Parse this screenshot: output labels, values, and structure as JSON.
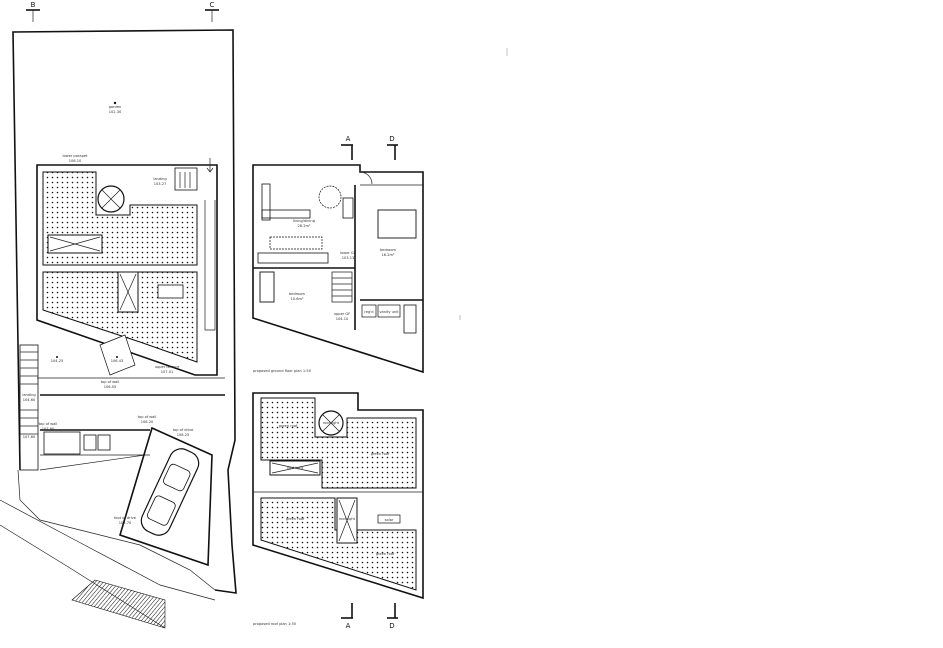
{
  "section_markers": {
    "b": "B",
    "c": "C",
    "a_top": "A",
    "d_top": "D",
    "a_bottom": "A",
    "d_bottom": "D"
  },
  "site_plan": {
    "garden": {
      "name": "garden",
      "level": "102.30"
    },
    "lower_parapet": {
      "name": "lower parapet",
      "level": "106.10"
    },
    "landing_upper": {
      "name": "landing",
      "level": "103.27"
    },
    "spot_level_left": "104.25",
    "spot_level_box": "106.43",
    "upper_terrace": {
      "name": "upper terrace",
      "level": "107.01"
    },
    "top_of_wall_1": {
      "name": "top of wall",
      "level": "106.55"
    },
    "landing_lower": {
      "name": "landing",
      "level": "104.60"
    },
    "top_of_wall_2": {
      "name": "top of wall",
      "level": "107.60"
    },
    "level_small": "107.60",
    "top_of_wall_3": {
      "name": "top of wall",
      "level": "108.20"
    },
    "top_of_drive": {
      "name": "top of drive",
      "level": "108.25"
    },
    "foot_of_drive": {
      "name": "foot of drive",
      "level": "105.70"
    }
  },
  "ground_floor_plan": {
    "living_dining": {
      "name": "living/dining",
      "area": "28.2m²"
    },
    "bedroom_1": {
      "name": "bedroom",
      "area": "16.2m²"
    },
    "bedroom_2": {
      "name": "bedroom",
      "area": "10.6m²"
    },
    "lower_gf_top": {
      "name": "lower GF",
      "level": "103.13"
    },
    "upper_gf": {
      "name": "upper GF",
      "level": "104.10"
    },
    "wc": "reg'd",
    "utility": "vanity unit",
    "title": "proposed ground floor plan 1:50"
  },
  "roof_plan": {
    "green_roof_1": "green roof",
    "green_roof_2": "green roof",
    "green_roof_3": "green roof",
    "green_roof_4": "green roof",
    "roof_light_1": "roof light",
    "roof_light_2": "roof light",
    "roof_light_3": "roof light",
    "solar": "solar",
    "title": "proposed roof plan 1:50"
  }
}
